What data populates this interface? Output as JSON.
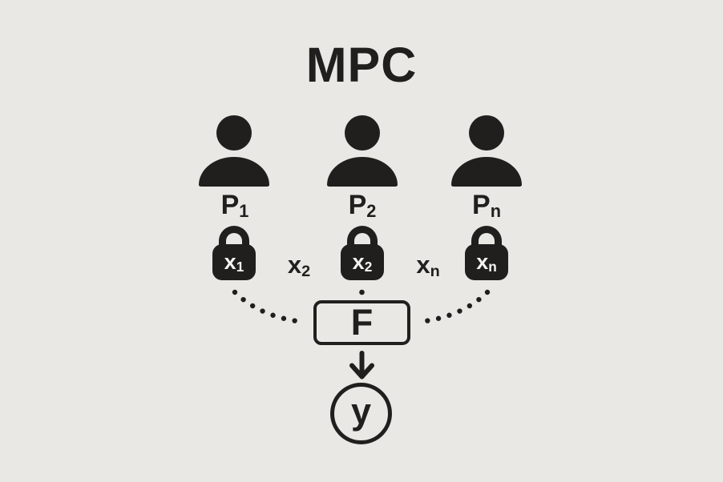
{
  "title": "MPC",
  "colors": {
    "background": "#e9e8e4",
    "ink": "#211f1d",
    "lock_text": "#f4f3ef"
  },
  "parties": [
    {
      "name": "P",
      "sub": "1",
      "input_base": "x",
      "input_sub": "1"
    },
    {
      "name": "P",
      "sub": "2",
      "input_base": "x",
      "input_sub": "2"
    },
    {
      "name": "P",
      "sub": "n",
      "input_base": "x",
      "input_sub": "n"
    }
  ],
  "inter_labels": [
    {
      "base": "x",
      "sub": "2"
    },
    {
      "base": "x",
      "sub": "n"
    }
  ],
  "function_box": {
    "label": "F"
  },
  "output": {
    "label": "y"
  },
  "icons": {
    "person": "person-icon",
    "lock": "lock-icon",
    "arrow": "arrow-down-icon"
  }
}
